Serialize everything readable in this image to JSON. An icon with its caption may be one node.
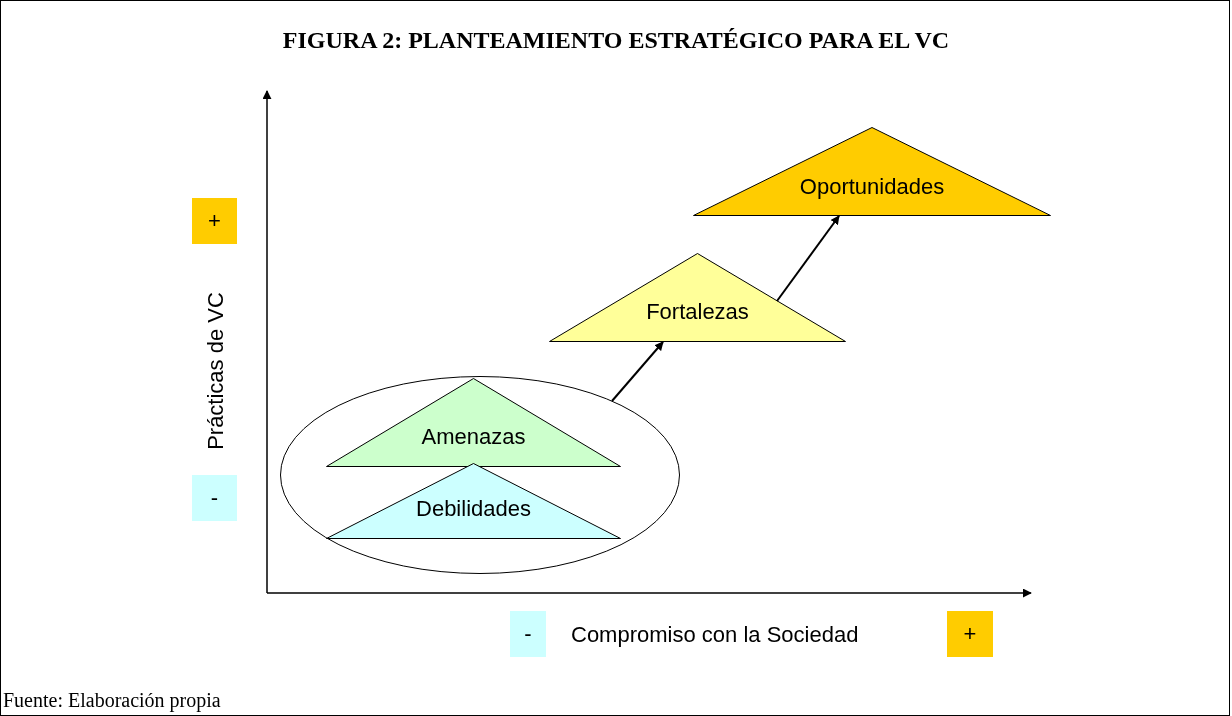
{
  "diagram": {
    "title": "FIGURA 2: PLANTEAMIENTO ESTRATÉGICO PARA EL VC",
    "caption": "Fuente: Elaboración propia",
    "nodes": [
      {
        "text": [
          "Oportunidades"
        ]
      },
      {
        "text": [
          "Fortalezas"
        ]
      },
      {
        "text": [],
        "shape": "ellipse"
      },
      {
        "text": [
          "Amenazas"
        ],
        "in": 2
      },
      {
        "text": [
          "Debilidades"
        ],
        "in": 2
      }
    ],
    "edges": [
      {
        "from": 2,
        "to": 1,
        "arrow": "to"
      },
      {
        "from": 1,
        "to": 0,
        "arrow": "to"
      }
    ],
    "labels": [
      "+",
      "Prácticas de VC",
      "-",
      "-",
      "Compromiso con la Sociedad",
      "+"
    ]
  }
}
